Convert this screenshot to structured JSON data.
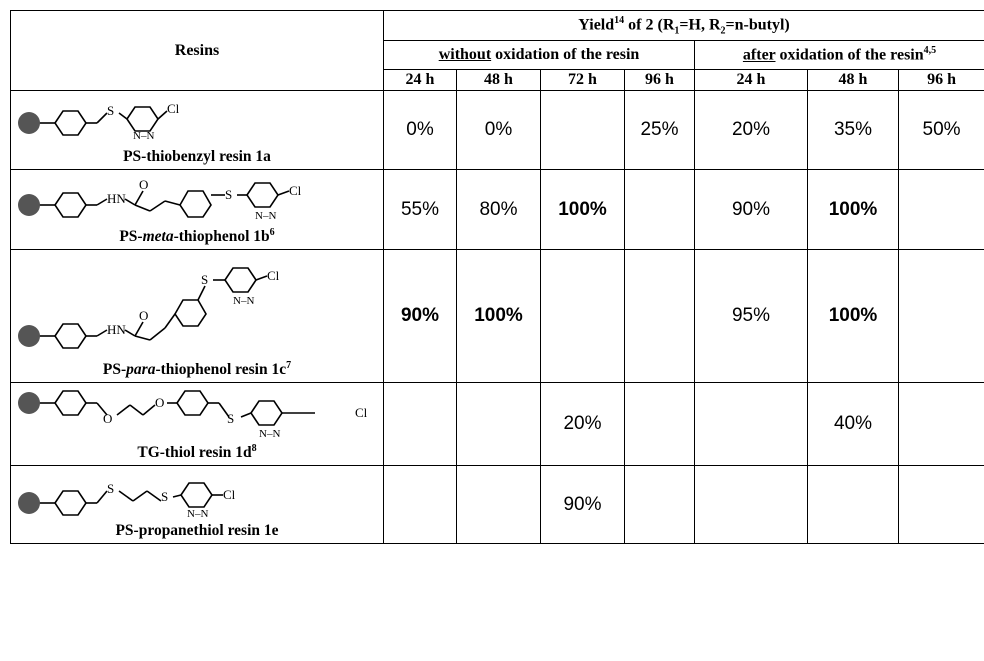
{
  "table": {
    "resins_header": "Resins",
    "yield_header_pre": "Yield",
    "yield_header_sup": "14",
    "yield_header_mid1": " of 2 (R",
    "yield_header_sub1": "1",
    "yield_header_mid2": "=H, R",
    "yield_header_sub2": "2",
    "yield_header_post": "=n-butyl)",
    "without_ul": "without",
    "without_rest": " oxidation of the  resin",
    "after_ul": "after",
    "after_rest": " oxidation of the  resin",
    "after_sup": "4,5",
    "time_cols": [
      "24 h",
      "48 h",
      "72 h",
      "96 h",
      "24 h",
      "48 h",
      "96 h"
    ],
    "rows": [
      {
        "label_parts": [
          "PS-thiobenzyl resin 1a",
          "",
          "",
          ""
        ],
        "values": [
          "0%",
          "0%",
          "",
          "25%",
          "20%",
          "35%",
          "50%"
        ],
        "bold": [
          false,
          false,
          false,
          false,
          false,
          false,
          false
        ]
      },
      {
        "label_parts": [
          "PS-",
          "meta",
          "-thiophenol 1b",
          "6"
        ],
        "values": [
          "55%",
          "80%",
          "100%",
          "",
          "90%",
          "100%",
          ""
        ],
        "bold": [
          false,
          false,
          true,
          false,
          false,
          true,
          false
        ]
      },
      {
        "label_parts": [
          "PS-",
          "para",
          "-thiophenol resin 1c",
          "7"
        ],
        "values": [
          "90%",
          "100%",
          "",
          "",
          "95%",
          "100%",
          ""
        ],
        "bold": [
          true,
          true,
          false,
          false,
          false,
          true,
          false
        ]
      },
      {
        "label_parts": [
          "TG-thiol resin 1d",
          "",
          "",
          "8"
        ],
        "values": [
          "",
          "",
          "20%",
          "",
          "",
          "40%",
          ""
        ],
        "bold": [
          false,
          false,
          false,
          false,
          false,
          false,
          false
        ]
      },
      {
        "label_parts": [
          "PS-propanethiol resin 1e",
          "",
          "",
          ""
        ],
        "values": [
          "",
          "",
          "90%",
          "",
          "",
          "",
          ""
        ],
        "bold": [
          false,
          false,
          false,
          false,
          false,
          false,
          false
        ]
      }
    ],
    "struct_text": {
      "S": "S",
      "Cl": "Cl",
      "NN": "N–N",
      "HN": "HN",
      "O": "O"
    }
  }
}
